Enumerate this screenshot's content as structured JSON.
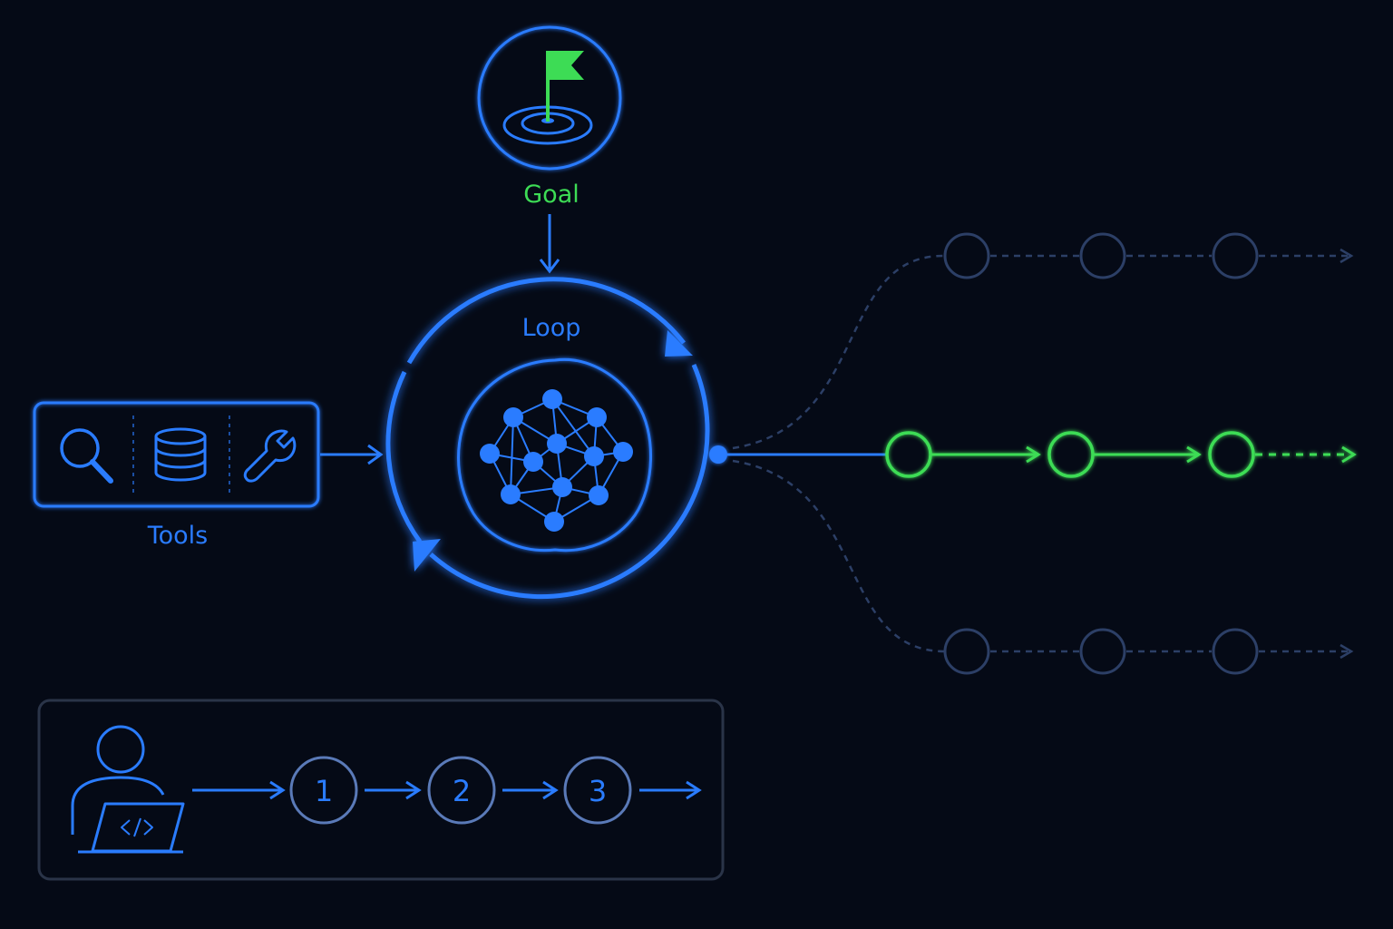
{
  "labels": {
    "goal": "Goal",
    "loop": "Loop",
    "tools": "Tools"
  },
  "steps": [
    "1",
    "2",
    "3"
  ],
  "colors": {
    "background": "#050a16",
    "primary_blue": "#2a7cff",
    "goal_green": "#3ddc55",
    "dim_blue": "#2c3f66",
    "step_blue": "#5a7ab8",
    "panel_border": "#2a3448"
  },
  "icons": {
    "goal": "flag-target-icon",
    "tools": [
      "search-icon",
      "database-icon",
      "wrench-icon"
    ],
    "loop_center": "neural-network-icon",
    "developer": "developer-laptop-icon"
  }
}
